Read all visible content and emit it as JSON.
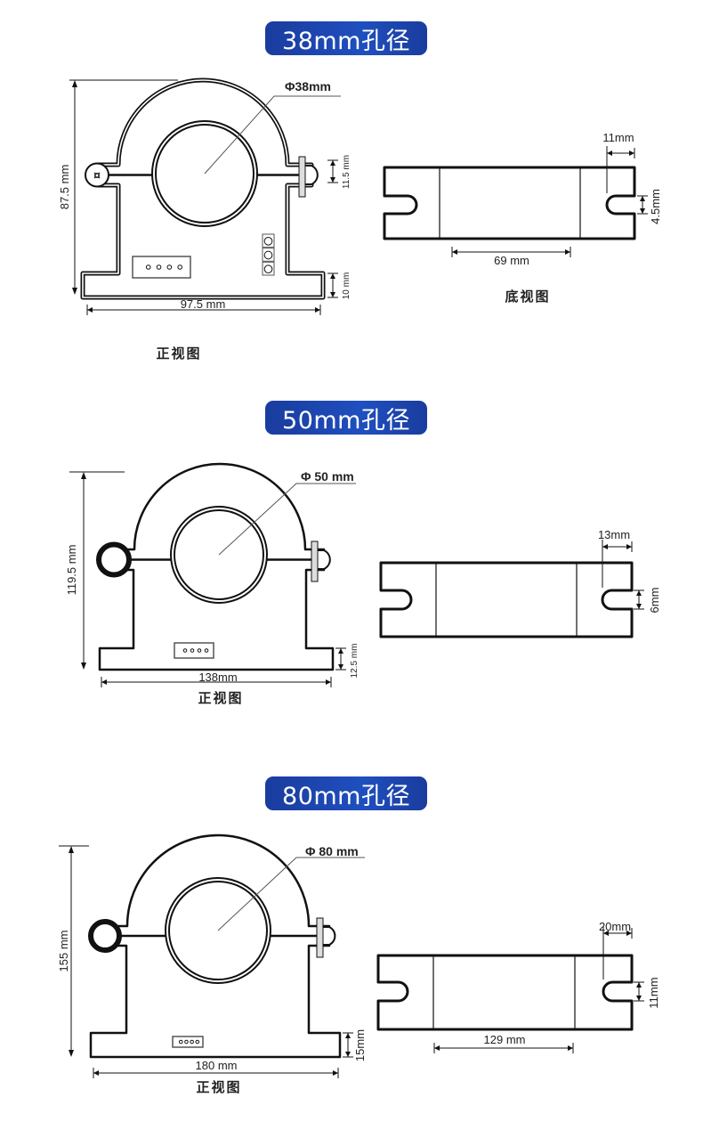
{
  "sections": [
    {
      "title": "38mm孔径",
      "diameter_label": "Φ38mm",
      "front": {
        "height": "87.5 mm",
        "width": "97.5 mm",
        "ear_height": "11.5 mm",
        "base_height": "10 mm",
        "caption": "正视图"
      },
      "bottom": {
        "slot_offset": "11mm",
        "slot_width": "4.5mm",
        "inner_width": "69 mm",
        "caption": "底视图"
      }
    },
    {
      "title": "50mm孔径",
      "diameter_label": "Φ 50 mm",
      "front": {
        "height": "119.5 mm",
        "width": "138mm",
        "base_height": "12.5 mm",
        "caption": "正视图"
      },
      "bottom": {
        "slot_offset": "13mm",
        "slot_width": "6mm"
      }
    },
    {
      "title": "80mm孔径",
      "diameter_label": "Φ 80 mm",
      "front": {
        "height": "155 mm",
        "width": "180 mm",
        "base_height": "15mm",
        "caption": "正视图"
      },
      "bottom": {
        "slot_offset": "20mm",
        "slot_width": "11mm",
        "inner_width": "129 mm"
      }
    }
  ],
  "colors": {
    "badge": "#1f4fbf",
    "line": "#111111"
  }
}
